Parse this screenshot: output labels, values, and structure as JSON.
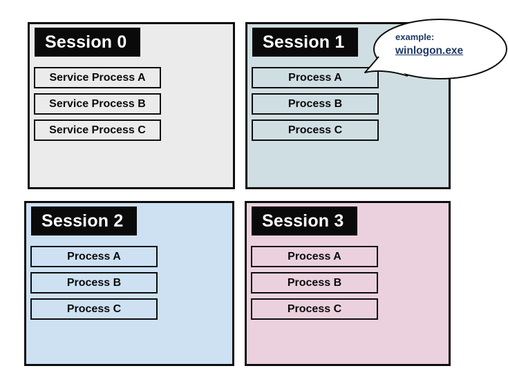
{
  "sessions": [
    {
      "title": "Session 0",
      "fill": "#ebebeb",
      "processes": [
        "Service Process A",
        "Service Process B",
        "Service Process C"
      ]
    },
    {
      "title": "Session 1",
      "fill": "#cfdee2",
      "processes": [
        "Process A",
        "Process B",
        "Process C"
      ]
    },
    {
      "title": "Session 2",
      "fill": "#cde1f3",
      "processes": [
        "Process A",
        "Process B",
        "Process C"
      ]
    },
    {
      "title": "Session 3",
      "fill": "#ebd1dd",
      "processes": [
        "Process A",
        "Process B",
        "Process C"
      ]
    }
  ],
  "callout": {
    "line1": "example:",
    "line2": "winlogon.exe",
    "text_color": "#1f3864",
    "bubble_fill": "#ffffff",
    "bubble_stroke": "#0d0d0d"
  },
  "colors": {
    "page_background": "#ffffff",
    "panel_border": "#0d0d0d",
    "title_bar_background": "#0a0a0a",
    "title_bar_text": "#ffffff",
    "process_text": "#0a0a0a"
  }
}
